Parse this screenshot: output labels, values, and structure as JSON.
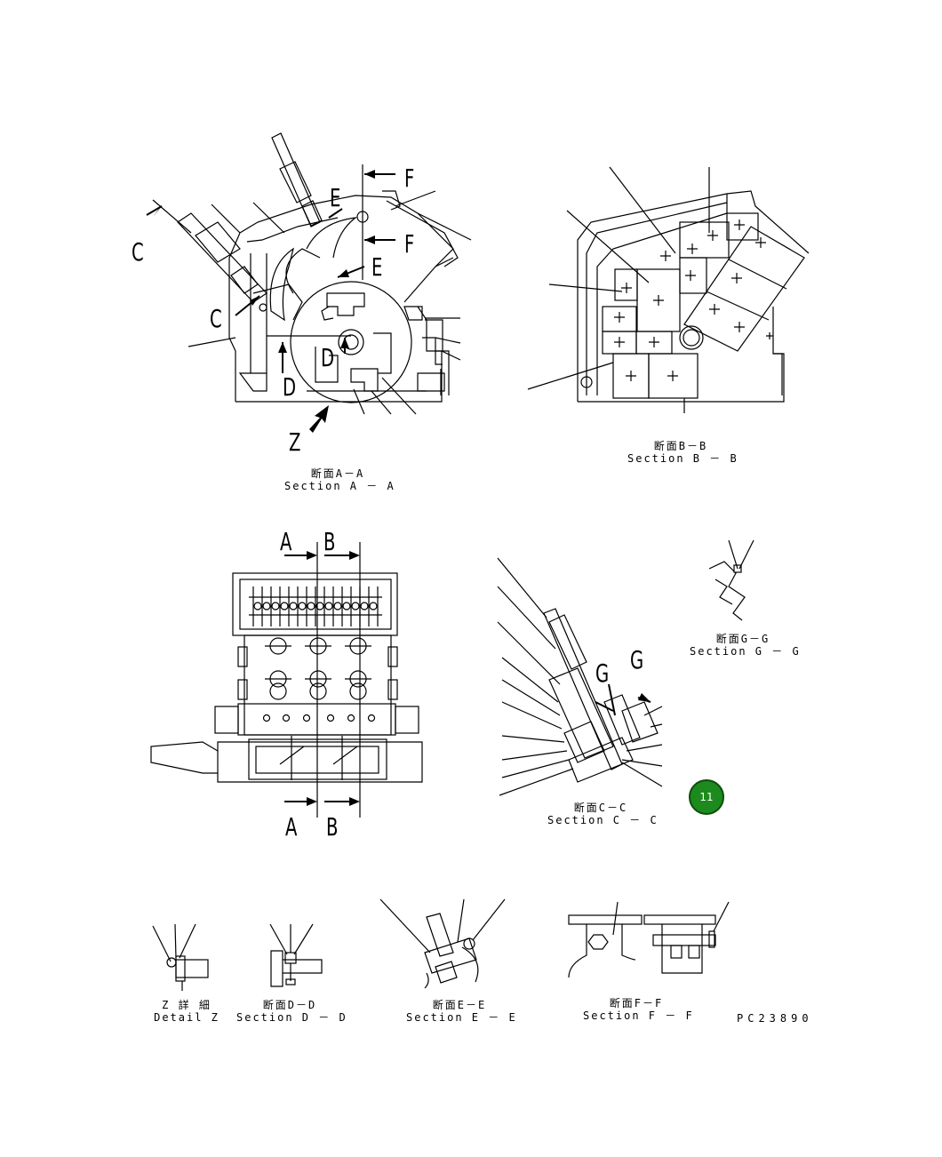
{
  "section_labels": {
    "A_top": "A",
    "B_top": "B",
    "A_bottom": "A",
    "B_bottom": "B",
    "C1": "C",
    "C2": "C",
    "D1": "D",
    "D2": "D",
    "E1": "E",
    "E2": "E",
    "F1": "F",
    "F2": "F",
    "G1": "G",
    "G2": "G",
    "Z": "Z"
  },
  "captions": {
    "aa": {
      "jp": "断面A－A",
      "en": "Section A － A"
    },
    "bb": {
      "jp": "断面B－B",
      "en": "Section B － B"
    },
    "cc": {
      "jp": "断面C－C",
      "en": "Section C － C"
    },
    "gg": {
      "jp": "断面G－G",
      "en": "Section G － G"
    },
    "z": {
      "jp": "Z 詳 細",
      "en": "Detail Z"
    },
    "dd": {
      "jp": "断面D－D",
      "en": "Section D － D"
    },
    "ee": {
      "jp": "断面E－E",
      "en": "Section E － E"
    },
    "ff": {
      "jp": "断面F－F",
      "en": "Section F － F"
    }
  },
  "badge": {
    "number": "11",
    "color": "#1c8a1c"
  },
  "drawing_code": "PC23890"
}
